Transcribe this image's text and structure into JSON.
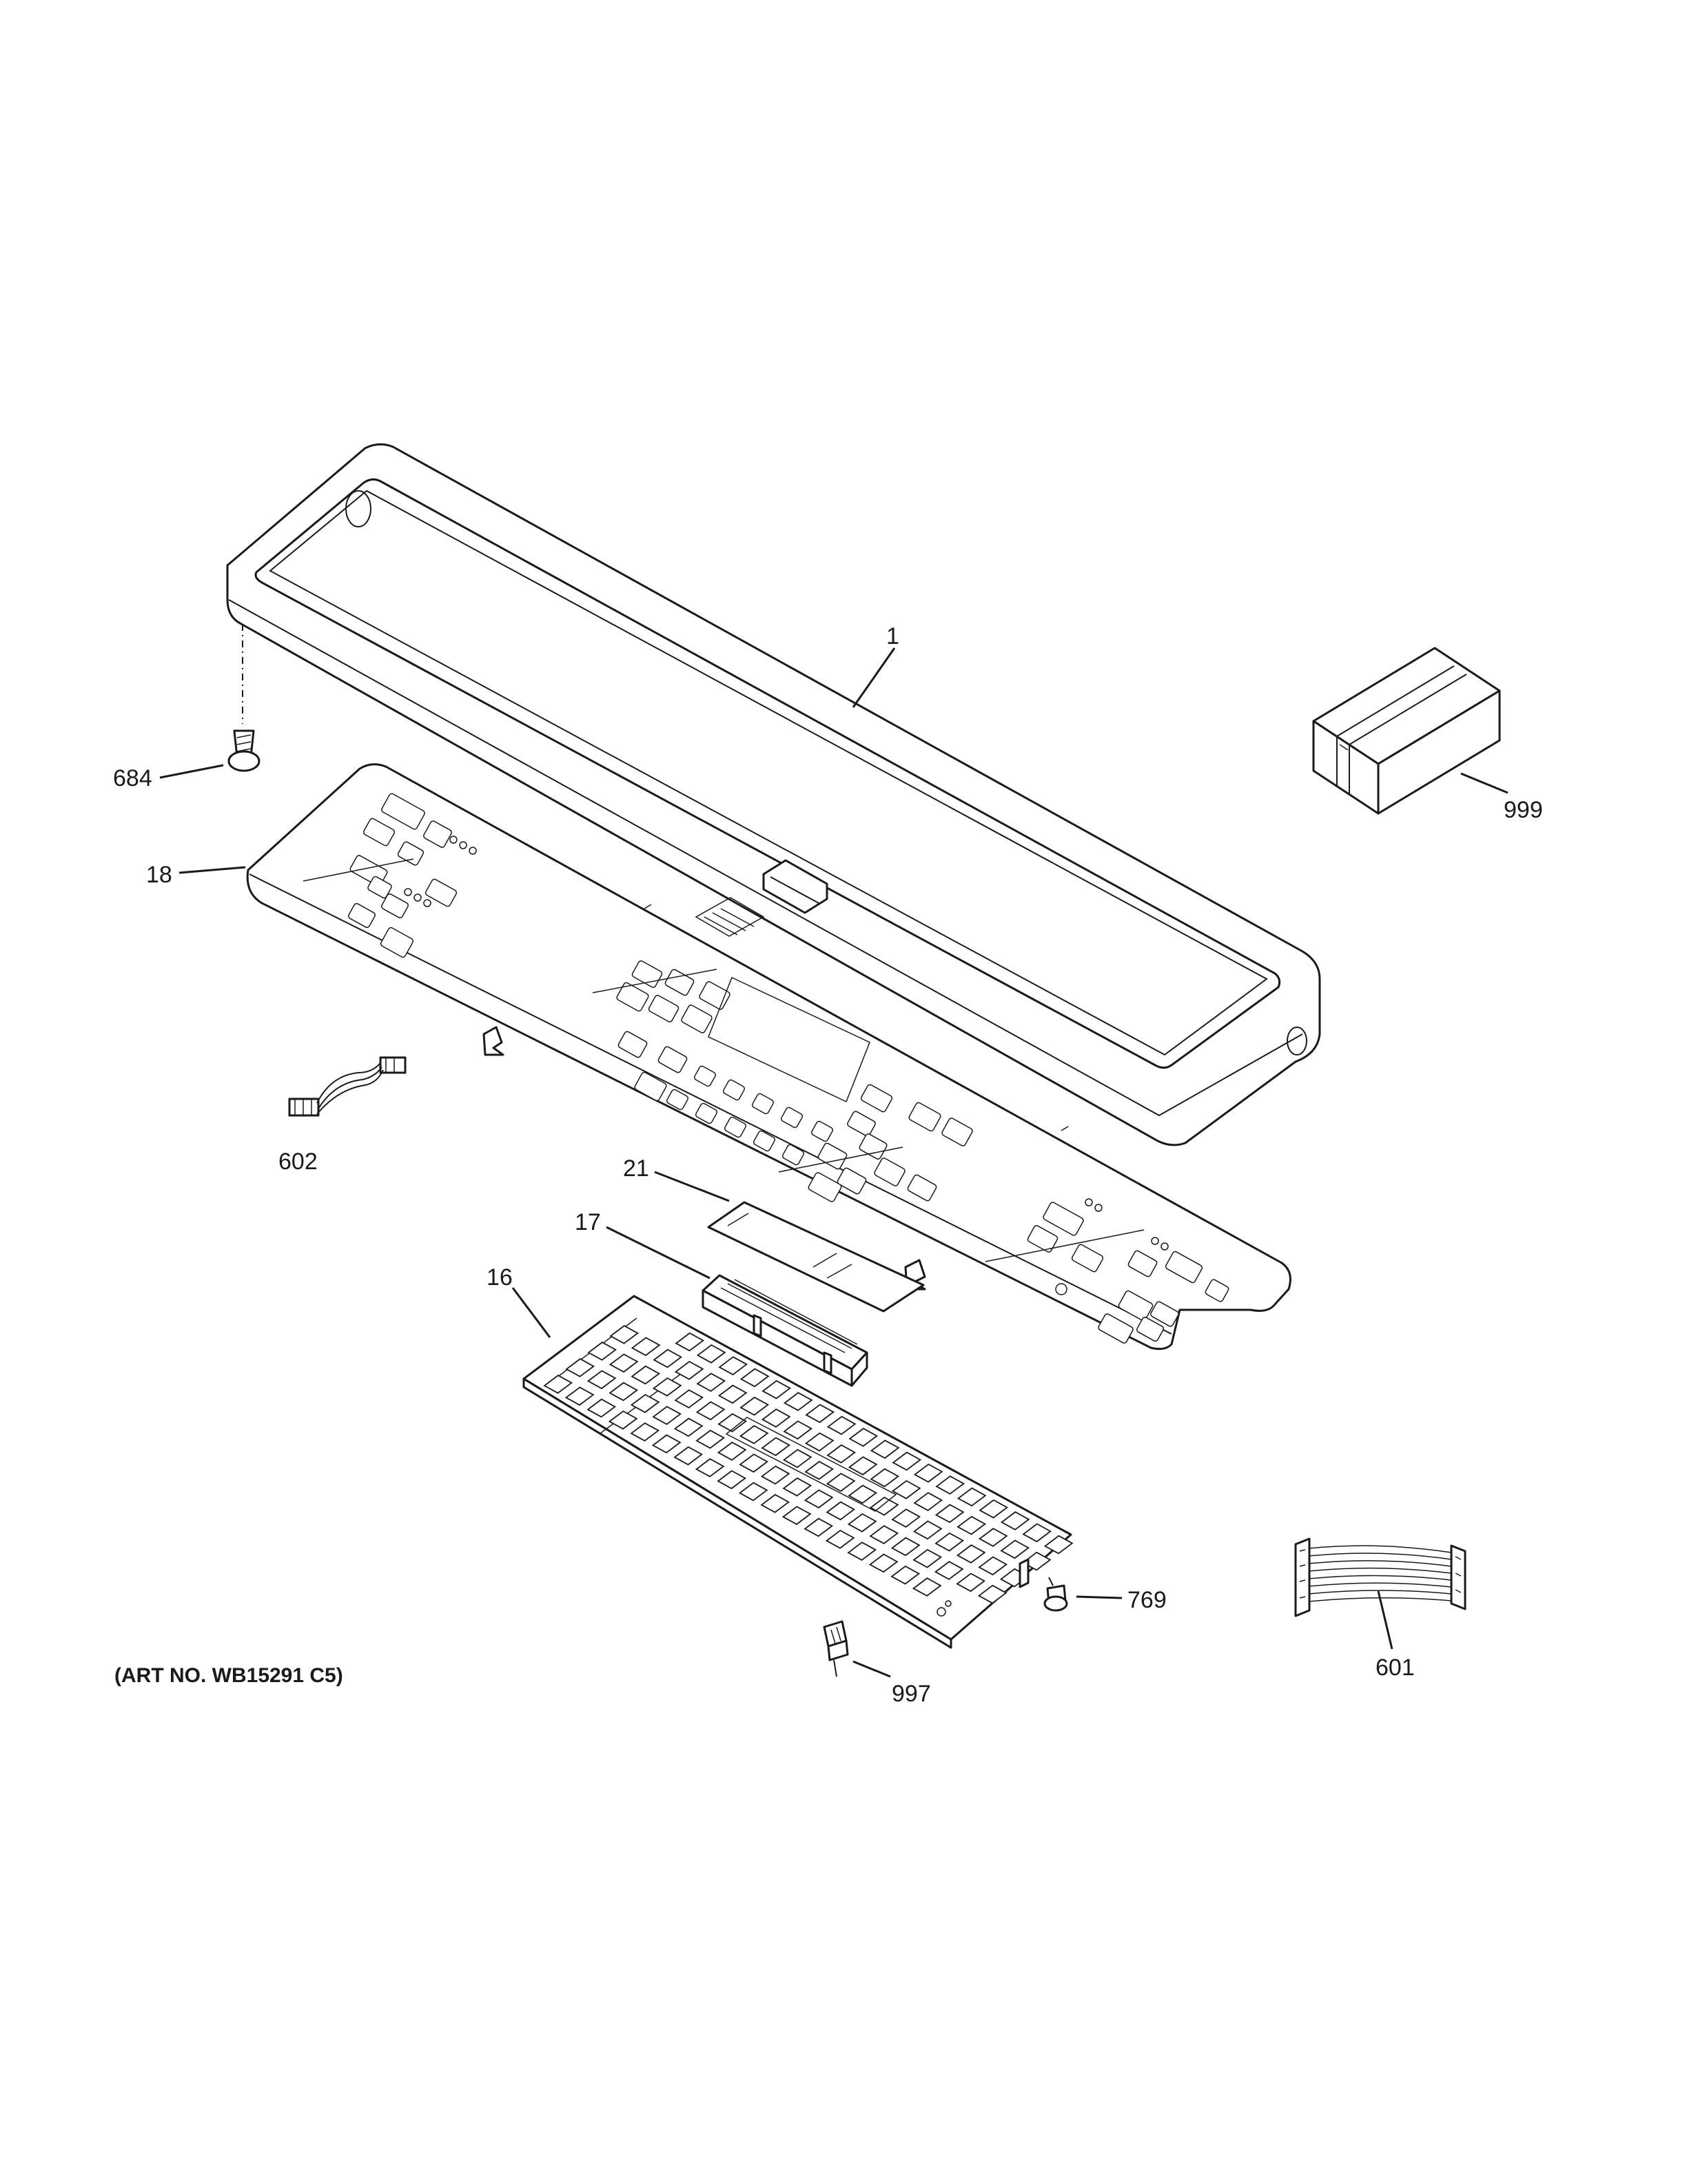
{
  "callouts": [
    {
      "id": "1",
      "label": "1"
    },
    {
      "id": "684",
      "label": "684"
    },
    {
      "id": "18",
      "label": "18"
    },
    {
      "id": "999",
      "label": "999"
    },
    {
      "id": "602",
      "label": "602"
    },
    {
      "id": "21",
      "label": "21"
    },
    {
      "id": "17",
      "label": "17"
    },
    {
      "id": "16",
      "label": "16"
    },
    {
      "id": "769",
      "label": "769"
    },
    {
      "id": "601",
      "label": "601"
    },
    {
      "id": "997",
      "label": "997"
    }
  ],
  "art_number": "(ART NO. WB15291 C5)"
}
